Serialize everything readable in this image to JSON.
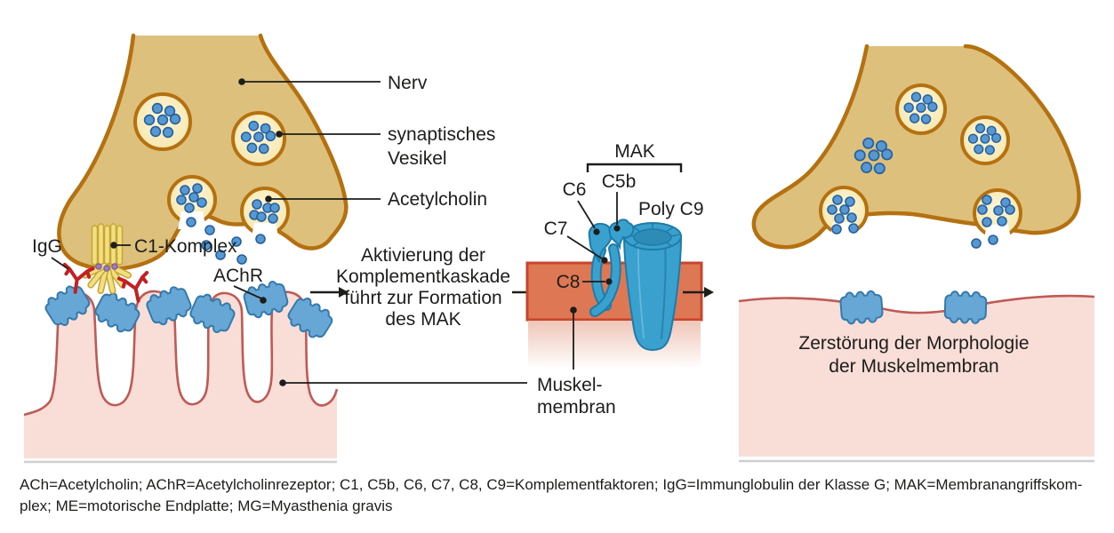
{
  "left_panel": {
    "labels": {
      "nerve": "Nerv",
      "synaptic_vesicle_line1": "synaptisches",
      "synaptic_vesicle_line2": "Vesikel",
      "acetylcholine": "Acetylcholin",
      "igg": "IgG",
      "c1_complex": "C1-Komplex",
      "achr": "AChR"
    }
  },
  "middle_panel": {
    "activation_text_line1": "Aktivierung der",
    "activation_text_line2": "Komplementkaskade",
    "activation_text_line3": "führt zur Formation",
    "activation_text_line4": "des MAK",
    "labels": {
      "mak": "MAK",
      "c6": "C6",
      "c5b": "C5b",
      "poly_c9": "Poly C9",
      "c7": "C7",
      "c8": "C8",
      "muscle_membrane_line1": "Muskel-",
      "muscle_membrane_line2": "membran"
    }
  },
  "right_panel": {
    "labels": {
      "destruction_line1": "Zerstörung der Morphologie",
      "destruction_line2": "der Muskelmembran"
    }
  },
  "caption": {
    "line1": "ACh=Acetylcholin; AChR=Acetylcholinrezeptor; C1, C5b, C6, C7, C8, C9=Komplementfaktoren; IgG=Immunglobulin der Klasse G; MAK=Membranangriffskom-",
    "line2": "plex; ME=motorische Endplatte; MG=Myasthenia gravis"
  },
  "colors": {
    "nerve_fill": "#dcc07b",
    "nerve_stroke": "#b5700f",
    "vesicle_fill": "#fdf3cb",
    "ach_dot_fill": "#5598d2",
    "ach_dot_stroke": "#265f9c",
    "muscle_fill": "#f8ded7",
    "muscle_stroke": "#bf5a54",
    "receptor_fill": "#67a7d6",
    "receptor_stroke": "#3579ad",
    "igg_red": "#c32026",
    "c1_yellow": "#f1df86",
    "c1_yellow_stroke": "#c8a62e",
    "membrane_band_fill": "#de7854",
    "membrane_band_stroke": "#c7452c",
    "mak_blue": "#3aa0cd",
    "mak_blue_dark": "#1d7ca9",
    "text": "#1d1d1b"
  }
}
